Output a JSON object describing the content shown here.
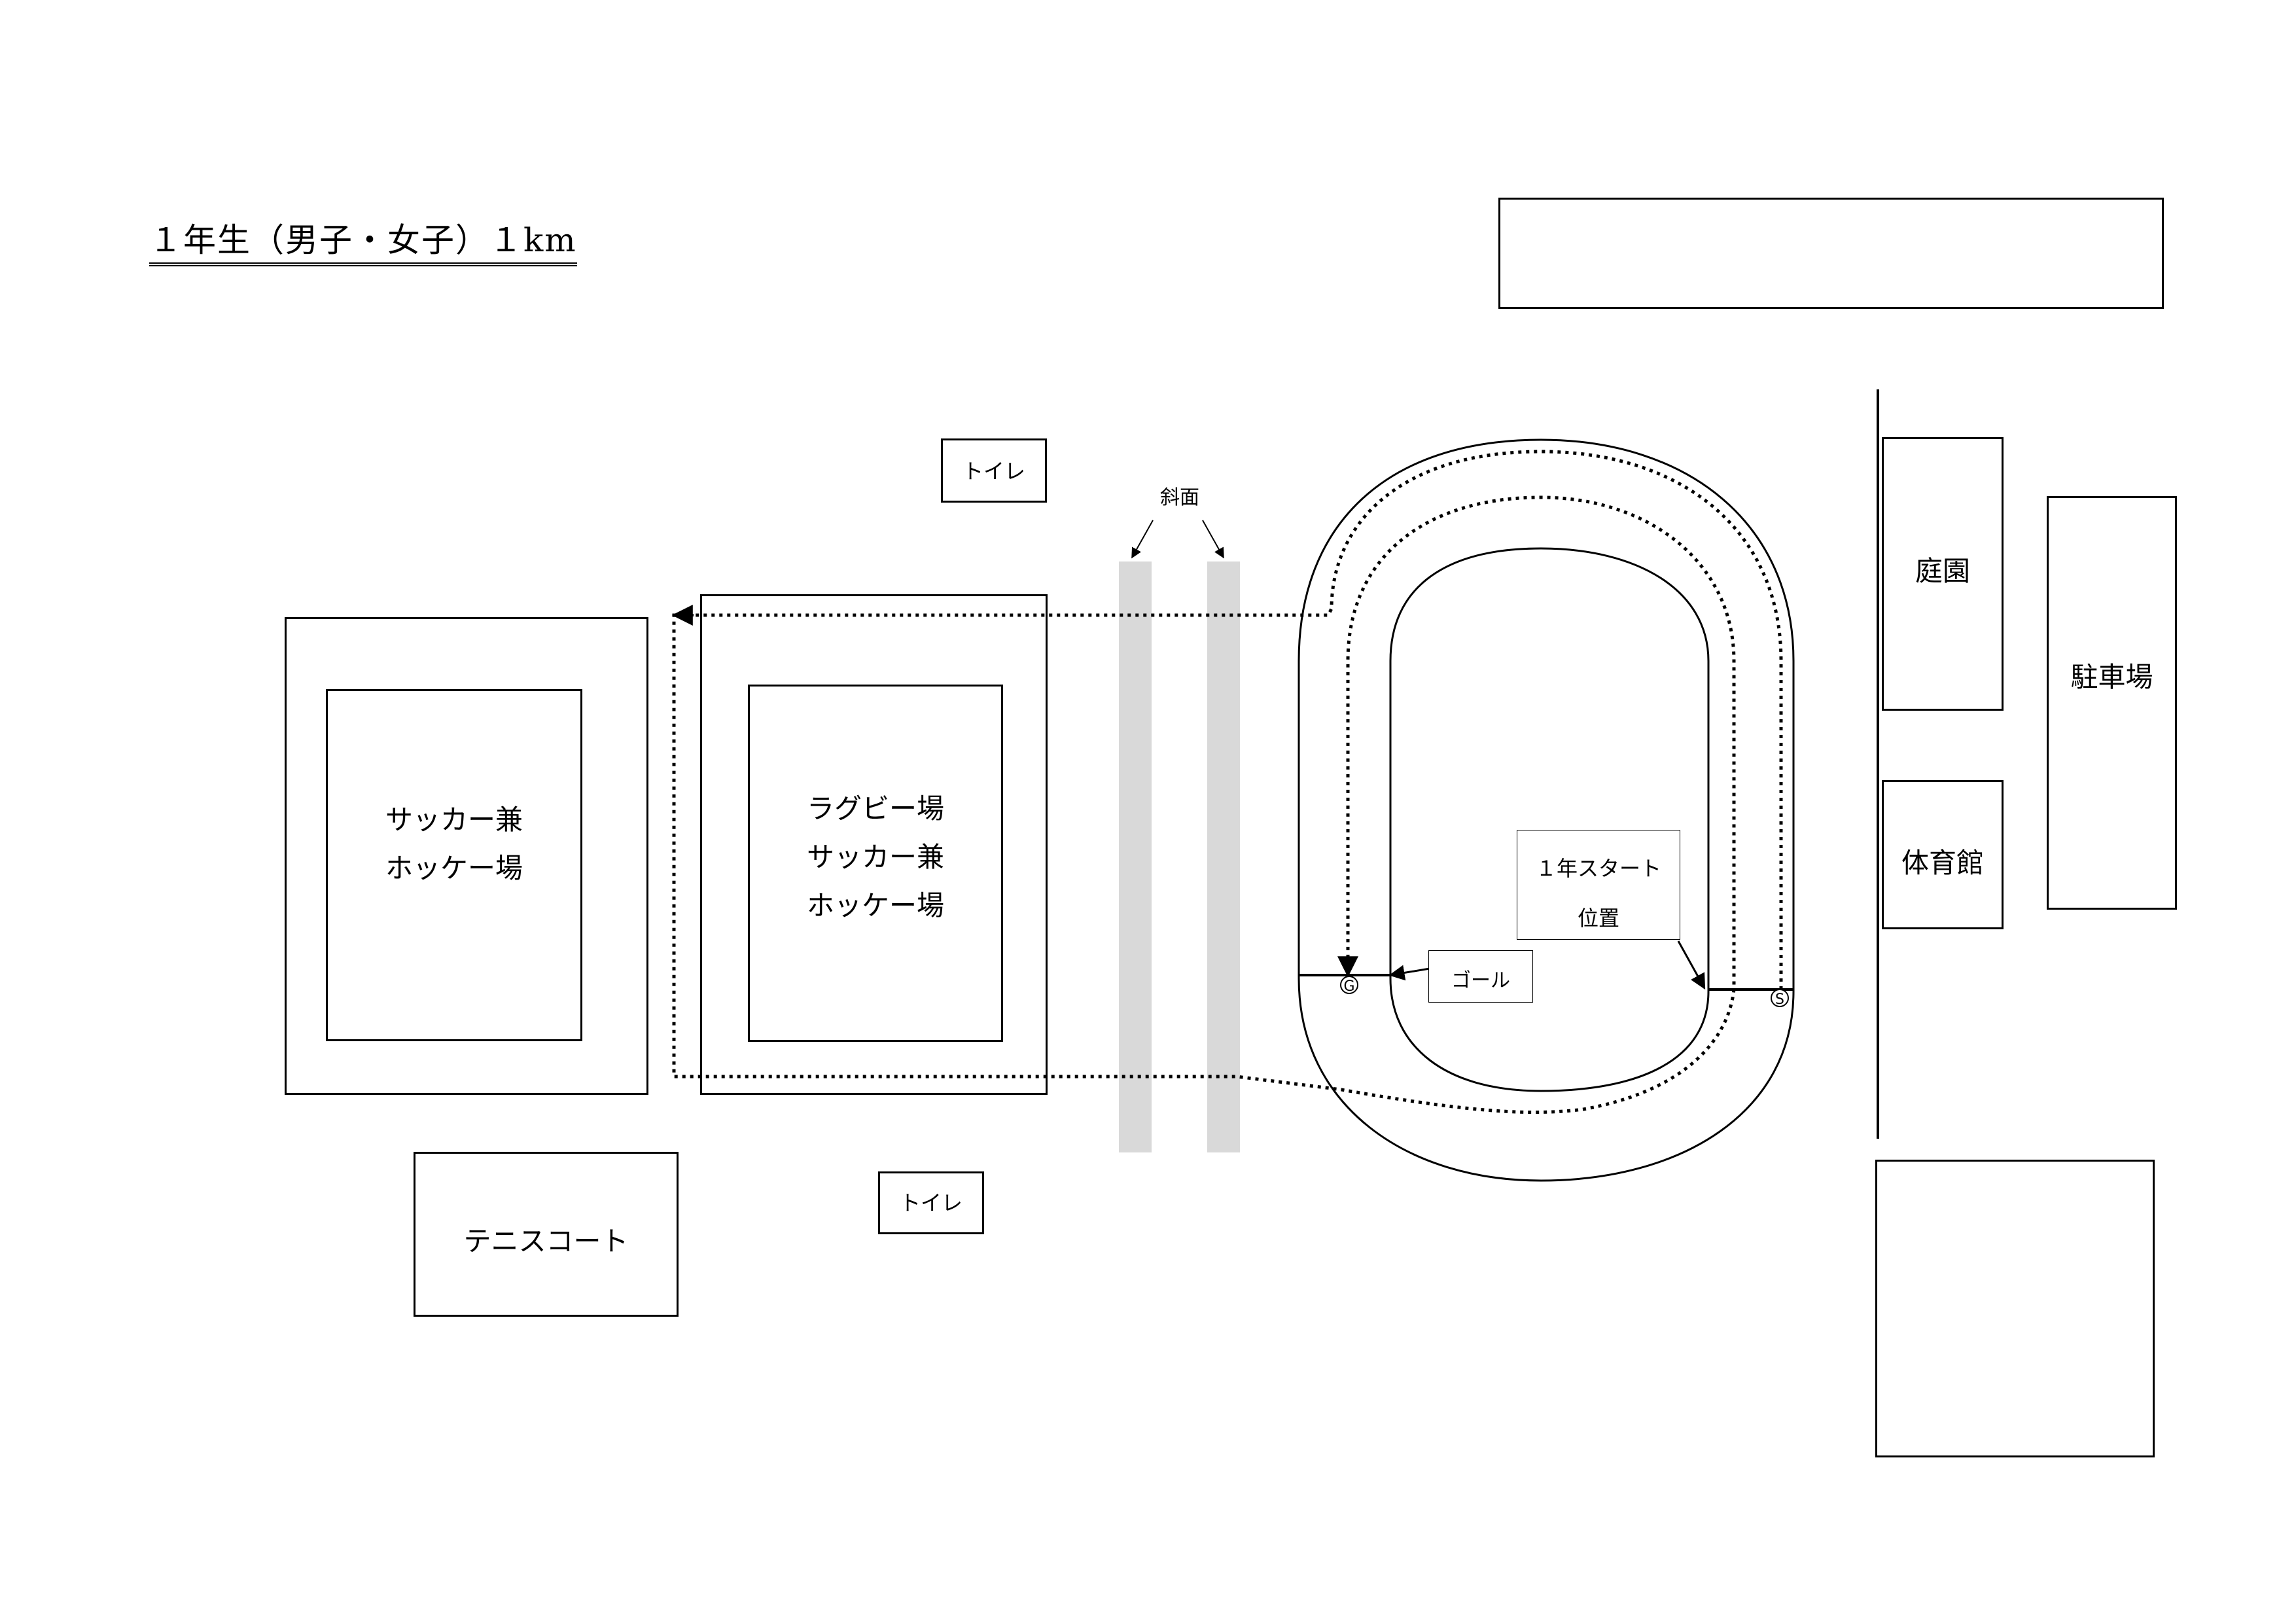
{
  "title": "１年生（男子・女子）１km",
  "buildings": {
    "toilet_top": "トイレ",
    "toilet_bottom": "トイレ",
    "slope_label": "斜面",
    "field_left_lines": [
      "サッカー兼",
      "ホッケー場"
    ],
    "field_mid_lines": [
      "ラグビー場",
      "サッカー兼",
      "ホッケー場"
    ],
    "tennis": "テニスコート",
    "garden": "庭園",
    "gym": "体育館",
    "parking": "駐車場"
  },
  "track": {
    "start_label_lines": [
      "１年スタート",
      "位置"
    ],
    "goal_label": "ゴール",
    "start_marker": "S",
    "goal_marker": "G"
  }
}
